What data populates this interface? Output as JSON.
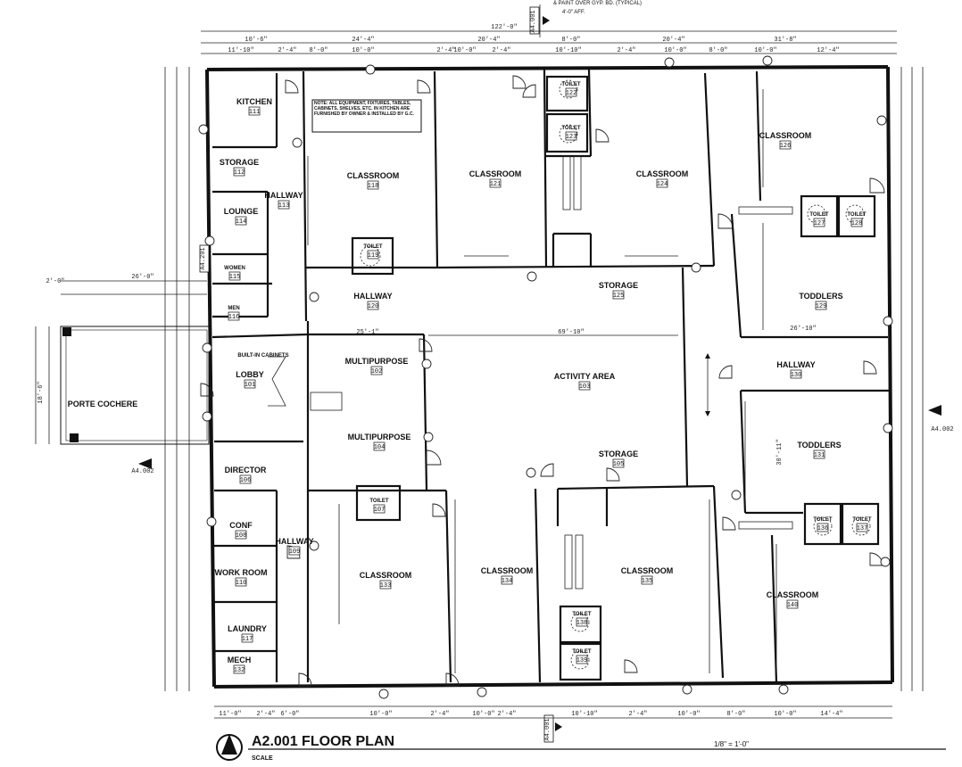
{
  "header": {
    "note_line1": "& PAINT OVER GYP. BD. (TYPICAL)",
    "note_line2": "4'-0\" AFF."
  },
  "top_dims": {
    "overall": "122'-0\"",
    "row2": [
      "10'-6\"",
      "24'-4\"",
      "20'-4\"",
      "8'-0\"",
      "20'-4\"",
      "31'-8\""
    ],
    "row3": [
      "11'-10\"",
      "2'-4\"",
      "8'-0\"",
      "10'-0\"",
      "2'-4\"",
      "10'-0\"",
      "2'-4\"",
      "10'-10\"",
      "2'-4\"",
      "10'-0\"",
      "8'-0\"",
      "10'-0\"",
      "12'-4\""
    ]
  },
  "bottom_dims": [
    "11'-0\"",
    "2'-4\"",
    "6'-0\"",
    "10'-0\"",
    "2'-4\"",
    "10'-0\"",
    "2'-4\"",
    "10'-10\"",
    "2'-4\"",
    "10'-0\"",
    "8'-0\"",
    "10'-0\"",
    "14'-4\""
  ],
  "section_marks": [
    "A4.001",
    "A4.201",
    "A4.002",
    "A4.002",
    "A4.001"
  ],
  "note_box": "NOTE: ALL EQUIPMENT, FIXTURES, TABLES, CABINETS, SHELVES, ETC. IN KITCHEN ARE FURNISHED BY OWNER & INSTALLED BY G.C.",
  "rooms": [
    {
      "name": "KITCHEN",
      "num": "111"
    },
    {
      "name": "STORAGE",
      "num": "112"
    },
    {
      "name": "HALLWAY",
      "num": "113"
    },
    {
      "name": "LOUNGE",
      "num": "114"
    },
    {
      "name": "WOMEN",
      "num": "115"
    },
    {
      "name": "MEN",
      "num": "116"
    },
    {
      "name": "CLASSROOM",
      "num": "118"
    },
    {
      "name": "TOILET",
      "num": "119"
    },
    {
      "name": "HALLWAY",
      "num": "120"
    },
    {
      "name": "CLASSROOM",
      "num": "121"
    },
    {
      "name": "TOILET",
      "num": "122"
    },
    {
      "name": "TOILET",
      "num": "123"
    },
    {
      "name": "CLASSROOM",
      "num": "124"
    },
    {
      "name": "STORAGE",
      "num": "125"
    },
    {
      "name": "CLASSROOM",
      "num": "126"
    },
    {
      "name": "TOILET",
      "num": "127"
    },
    {
      "name": "TOILET",
      "num": "128"
    },
    {
      "name": "TODDLERS",
      "num": "129"
    },
    {
      "name": "BUILT-IN CABINETS",
      "num": ""
    },
    {
      "name": "LOBBY",
      "num": "101"
    },
    {
      "name": "MULTIPURPOSE",
      "num": "102"
    },
    {
      "name": "ACTIVITY AREA",
      "num": "103"
    },
    {
      "name": "HALLWAY",
      "num": "130"
    },
    {
      "name": "MULTIPURPOSE",
      "num": "104"
    },
    {
      "name": "STORAGE",
      "num": "105"
    },
    {
      "name": "TODDLERS",
      "num": "131"
    },
    {
      "name": "DIRECTOR",
      "num": "106"
    },
    {
      "name": "TOILET",
      "num": "107"
    },
    {
      "name": "CONF",
      "num": "108"
    },
    {
      "name": "HALLWAY",
      "num": "109"
    },
    {
      "name": "WORK ROOM",
      "num": "110"
    },
    {
      "name": "LAUNDRY",
      "num": "117"
    },
    {
      "name": "MECH",
      "num": "132"
    },
    {
      "name": "CLASSROOM",
      "num": "133"
    },
    {
      "name": "CLASSROOM",
      "num": "134"
    },
    {
      "name": "CLASSROOM",
      "num": "135"
    },
    {
      "name": "TOILET",
      "num": "136"
    },
    {
      "name": "TOILET",
      "num": "137"
    },
    {
      "name": "TOILET",
      "num": "138"
    },
    {
      "name": "TOILET",
      "num": "139"
    },
    {
      "name": "CLASSROOM",
      "num": "140"
    }
  ],
  "porte_cochere": "PORTE COCHERE",
  "interior_dims": {
    "activity_width": "69'-10\"",
    "hall_width": "25'-1\"",
    "toddlers_width": "26'-10\"",
    "toddlers2_width": "30'-11\"",
    "cochere_depth": "26'-0\"",
    "cochere_offset": "2'-0\"",
    "lobby_depth": "18'-6\""
  },
  "title_block": {
    "title": "A2.001 FLOOR PLAN",
    "subtitle": "SCALE",
    "scale": "1/8\" = 1'-0\""
  }
}
